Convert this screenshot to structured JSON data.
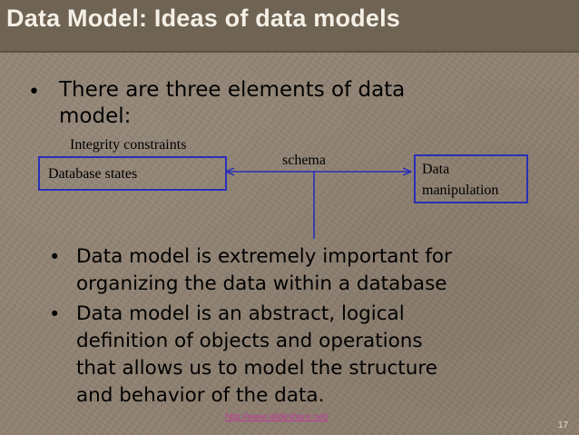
{
  "title": "Data Model: Ideas of data models",
  "bullets_top": {
    "line1": "There are  three elements of data",
    "line2": "model:"
  },
  "diagram": {
    "integrity_label": "Integrity constraints",
    "left_box": "Database states",
    "center_label": "schema",
    "right_box_line1": "Data",
    "right_box_line2": "manipulation"
  },
  "bullets_bottom": [
    {
      "lines": [
        "Data model is extremely important for",
        "organizing the data within a database"
      ]
    },
    {
      "lines": [
        "Data model is an abstract, logical",
        "definition of objects and operations",
        "that allows us to model the structure",
        "and behavior of the data."
      ]
    }
  ],
  "bullet_glyph": "•",
  "footer": {
    "link_text": "http://www.slideshare.net/",
    "page_number": "17"
  },
  "colors": {
    "background": "#8f8171",
    "title_bar": "#6f6354",
    "title_text": "#f4f0e6",
    "box_border": "#2a2fb8",
    "link": "#c0399a"
  }
}
